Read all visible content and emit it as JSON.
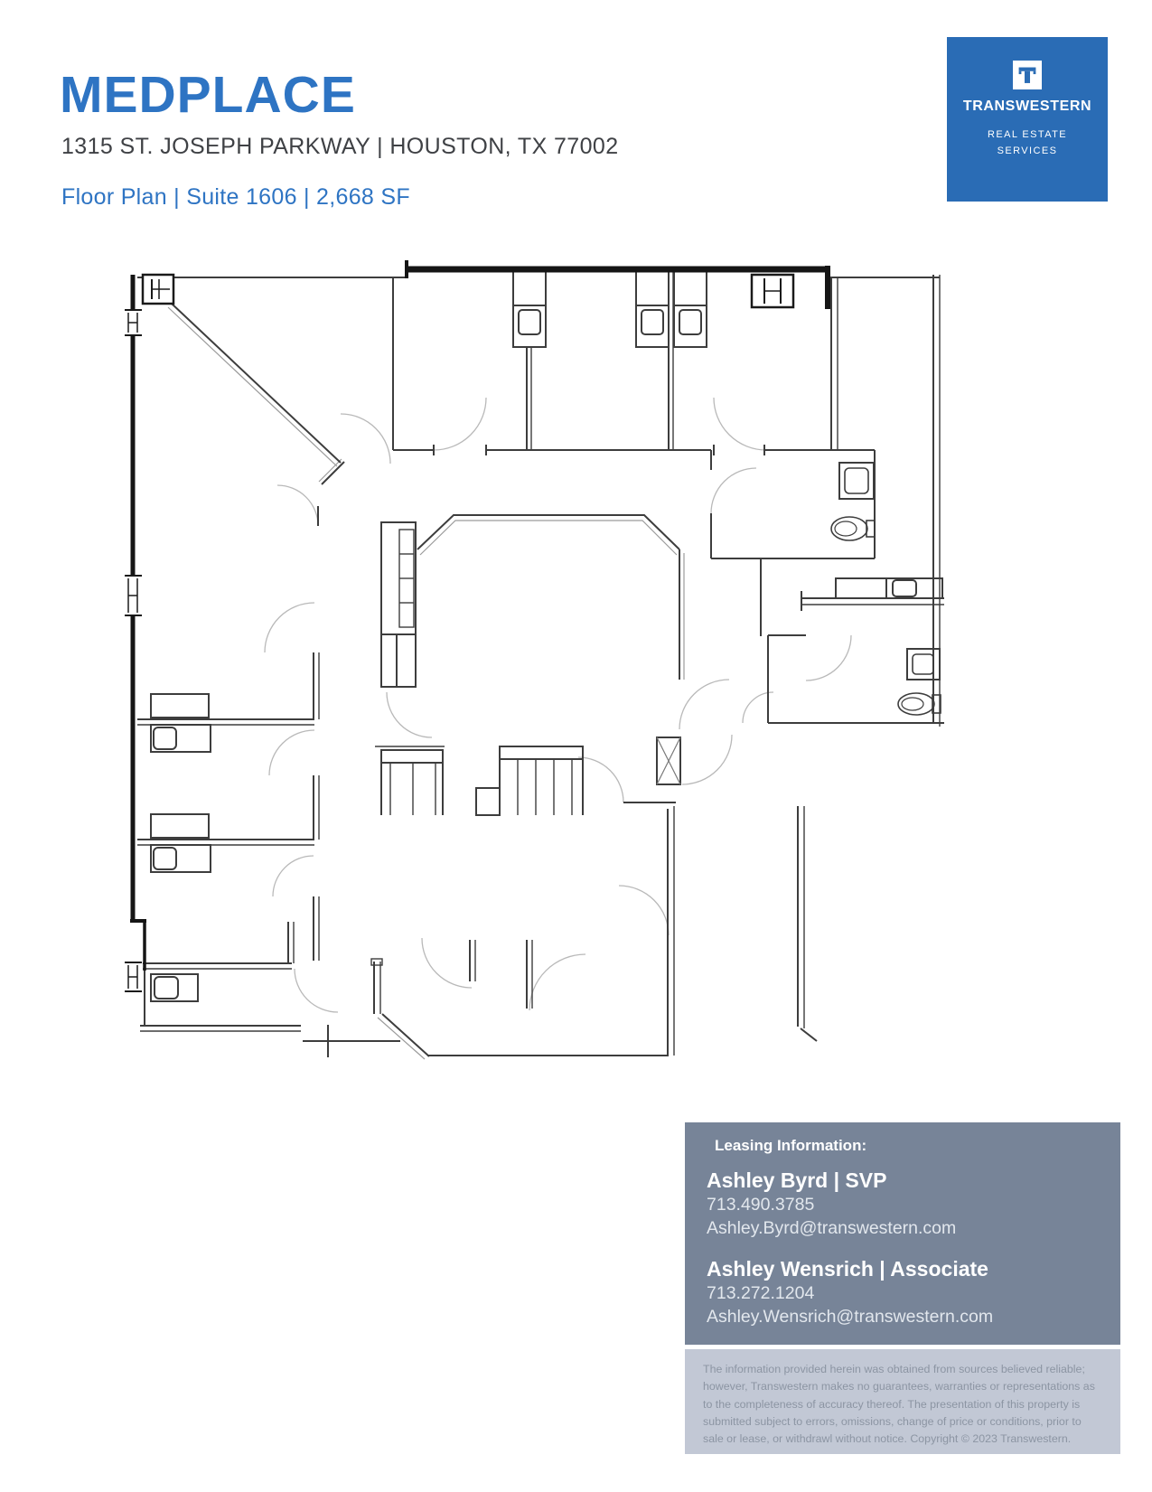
{
  "header": {
    "title": "MEDPLACE",
    "address": "1315 ST. JOSEPH PARKWAY | HOUSTON, TX 77002",
    "subtitle": "Floor Plan | Suite 1606 | 2,668 SF",
    "accent_color": "#2E74C3",
    "address_color": "#3F4145"
  },
  "logo": {
    "brand": "TRANSWESTERN",
    "tagline_line1": "REAL ESTATE",
    "tagline_line2": "SERVICES",
    "icon": "transwestern-t-icon",
    "background_color": "#2A6CB5"
  },
  "floor_plan": {
    "type": "architectural-floor-plan",
    "suite": "Suite 1606",
    "area_sf": "2,668 SF",
    "drawn_features": [
      "exterior walls with window mullions",
      "exam rooms with sink casework",
      "two restrooms with toilet and sink",
      "central waiting area with reception counters",
      "entry door",
      "door swing arcs",
      "diagonal corridor wall"
    ]
  },
  "leasing": {
    "heading": "Leasing Information:",
    "background_color": "#778498",
    "contacts": [
      {
        "name_line": "Ashley Byrd | SVP",
        "phone": "713.490.3785",
        "email": "Ashley.Byrd@transwestern.com"
      },
      {
        "name_line": "Ashley Wensrich | Associate",
        "phone": "713.272.1204",
        "email": "Ashley.Wensrich@transwestern.com"
      }
    ]
  },
  "disclaimer": {
    "background_color": "#C2C8D5",
    "text": "The information provided herein was obtained from sources believed reliable; however, Transwestern makes no guarantees, warranties or representations as to the completeness of accuracy thereof. The presentation of this property is submitted subject to errors, omissions, change of price or conditions, prior to sale or lease, or withdrawl without notice. Copyright © 2023 Transwestern."
  }
}
